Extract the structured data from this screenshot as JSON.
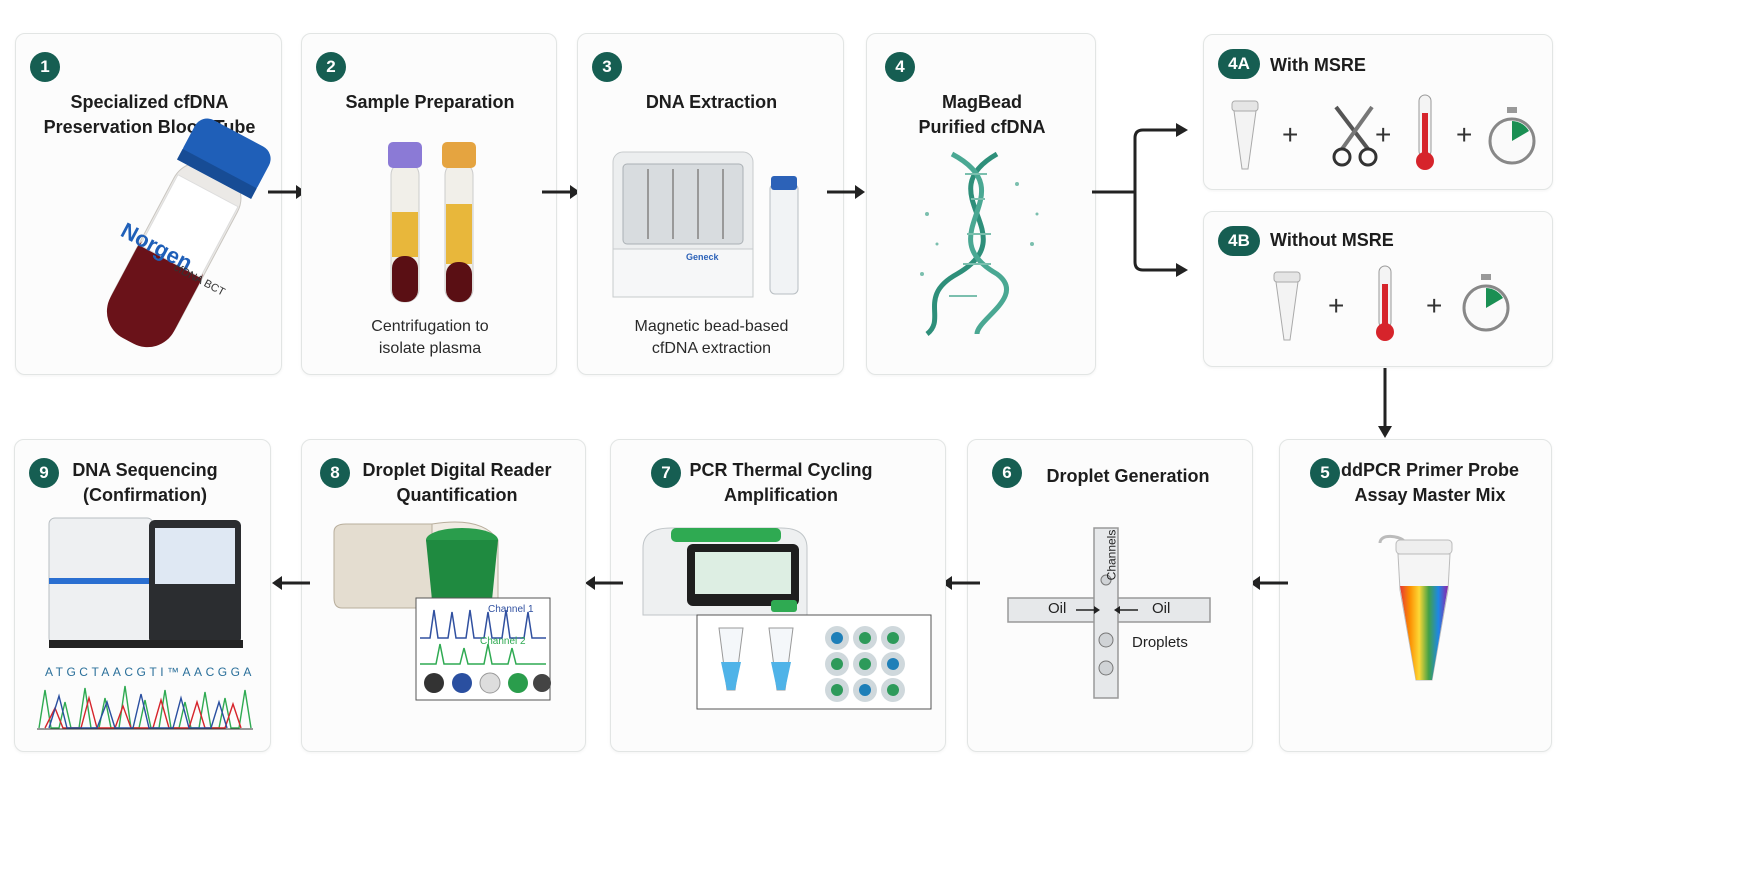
{
  "steps": {
    "s1": {
      "num": "1",
      "title": [
        "Specialized cfDNA",
        "Preservation Blood Tube"
      ],
      "tube_label": "Norgen",
      "tube_sub": "cfDNA BCT"
    },
    "s2": {
      "num": "2",
      "title": [
        "Sample Preparation"
      ],
      "caption": [
        "Centrifugation to",
        "isolate plasma"
      ]
    },
    "s3": {
      "num": "3",
      "title": [
        "DNA Extraction"
      ],
      "caption": [
        "Magnetic bead-based",
        "cfDNA extraction"
      ],
      "brand": "Geneck"
    },
    "s4": {
      "num": "4",
      "title": [
        "MagBead",
        "Purified cfDNA"
      ]
    },
    "s4a": {
      "num": "4A",
      "title": "With MSRE"
    },
    "s4b": {
      "num": "4B",
      "title": "Without MSRE"
    },
    "s5": {
      "num": "5",
      "title": [
        "ddPCR Primer Probe",
        "Assay Master Mix"
      ]
    },
    "s6": {
      "num": "6",
      "title": [
        "Droplet Generation"
      ],
      "oil_left": "Oil",
      "oil_right": "Oil",
      "droplets": "Droplets",
      "channel": "Channels"
    },
    "s7": {
      "num": "7",
      "title": [
        "PCR Thermal Cycling",
        "Amplification"
      ]
    },
    "s8": {
      "num": "8",
      "title": [
        "Droplet Digital Reader",
        "Quantification"
      ],
      "channel1": "Channel 1",
      "channel2": "Channel 2"
    },
    "s9": {
      "num": "9",
      "title": [
        "DNA Sequencing",
        "(Confirmation)"
      ],
      "sequence": "ATGCTAACGTI™AACGGA"
    }
  },
  "plus_sign": "+",
  "colors": {
    "badge": "#165e52",
    "accent_green": "#1f9e57",
    "thermo_red": "#d6242b",
    "dna": "#2e8f7a",
    "tube_blue": "#1f5fb8"
  }
}
